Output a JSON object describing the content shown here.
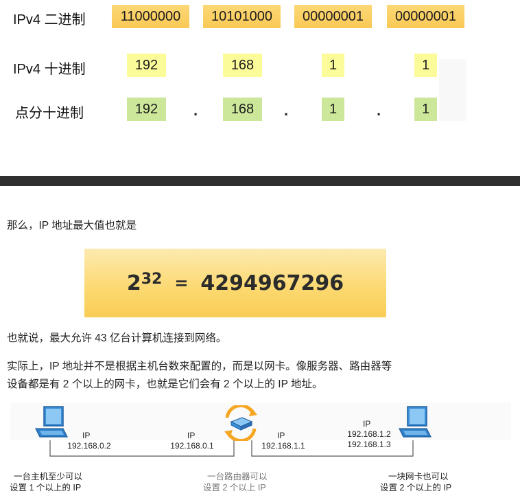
{
  "table": {
    "rows": [
      {
        "label": "IPv4 二进制",
        "values": [
          "11000000",
          "10101000",
          "00000001",
          "00000001"
        ]
      },
      {
        "label": "IPv4 十进制",
        "values": [
          "192",
          "168",
          "1",
          "1"
        ]
      },
      {
        "label": "点分十进制",
        "values": [
          "192",
          "168",
          "1",
          "1"
        ]
      }
    ],
    "separator": "."
  },
  "text": {
    "intro": "那么，IP 地址最大值也就是",
    "formula_base": "2",
    "formula_exp": "32",
    "formula_eq": "=",
    "formula_result": "4294967296",
    "p1": "也就说，最大允许 43 亿台计算机连接到网络。",
    "p2_line1": "实际上，IP 地址并不是根据主机台数来配置的，而是以网卡。像服务器、路由器等",
    "p2_line2": "设备都是有 2 个以上的网卡，也就是它们会有 2 个以上的 IP 地址。"
  },
  "diagram": {
    "labels": {
      "host1_ip_title": "IP",
      "host1_ip": "192.168.0.2",
      "router_left_title": "IP",
      "router_left_ip": "192.168.0.1",
      "router_right_title": "IP",
      "router_right_ip": "192.168.1.1",
      "host2_ip_title": "IP",
      "host2_ip_a": "192.168.1.2",
      "host2_ip_b": "192.168.1.3"
    },
    "captions": {
      "host1_line1": "一台主机至少可以",
      "host1_line2": "设置 1 个以上的 IP",
      "router_line1": "一台路由器可以",
      "router_line2": "设置 2 个以上 IP",
      "host2_line1": "一块网卡也可以",
      "host2_line2": "设置 2 个以上的 IP"
    },
    "icons": [
      "computer-icon",
      "router-icon",
      "computer-icon"
    ],
    "colors": {
      "computer": "#2f8ad8",
      "router_arrows": "#f5a623",
      "line": "#555555"
    }
  },
  "colors": {
    "binary_cell": "#fbd066",
    "decimal_cell": "#fcfb9a",
    "dotted_cell": "#cde79a",
    "banner": "#fbd86f",
    "separator_bar": "#2f2f2f"
  }
}
